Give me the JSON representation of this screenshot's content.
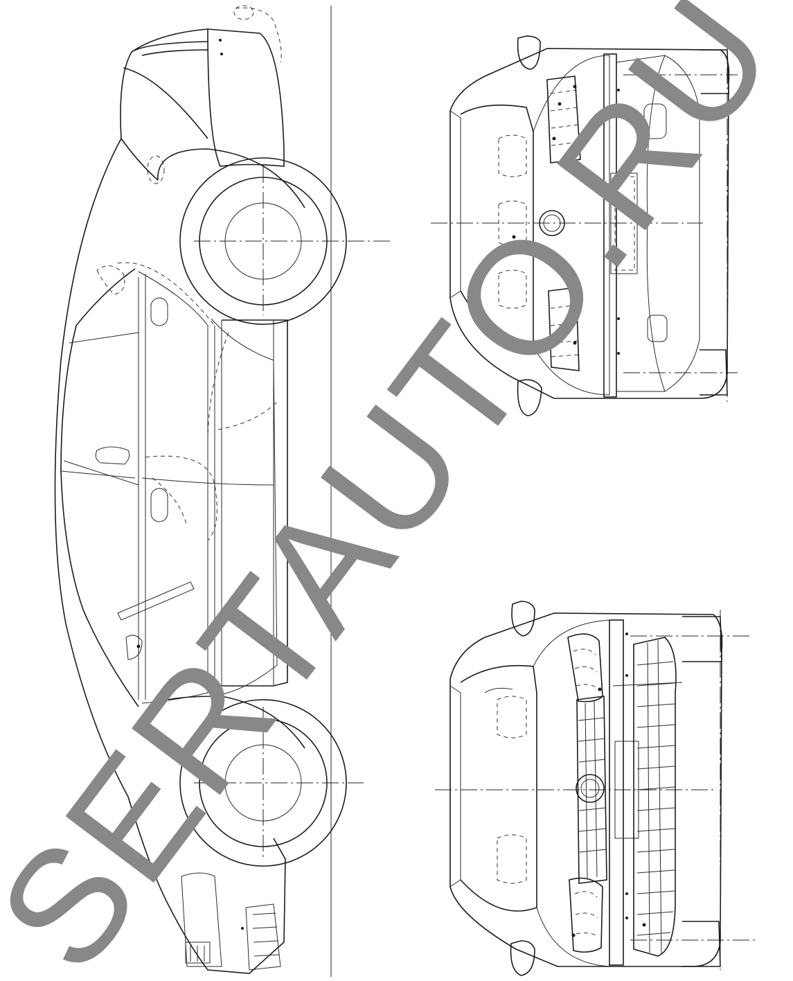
{
  "watermark": {
    "text": "SERTAUTO.RU",
    "color": "#888888"
  },
  "views": [
    {
      "name": "side-view"
    },
    {
      "name": "rear-view"
    },
    {
      "name": "front-view"
    }
  ]
}
